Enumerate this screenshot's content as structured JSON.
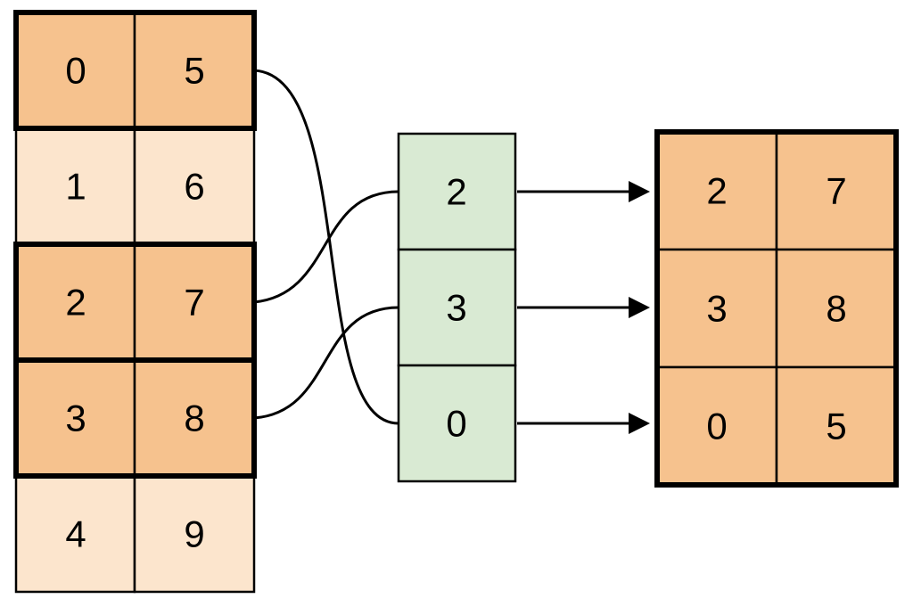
{
  "source_table": {
    "rows": [
      {
        "left": "0",
        "right": "5",
        "highlighted": true
      },
      {
        "left": "1",
        "right": "6",
        "highlighted": false
      },
      {
        "left": "2",
        "right": "7",
        "highlighted": true
      },
      {
        "left": "3",
        "right": "8",
        "highlighted": true
      },
      {
        "left": "4",
        "right": "9",
        "highlighted": false
      }
    ]
  },
  "index_column": {
    "values": [
      "2",
      "3",
      "0"
    ]
  },
  "result_table": {
    "rows": [
      {
        "left": "2",
        "right": "7"
      },
      {
        "left": "3",
        "right": "8"
      },
      {
        "left": "0",
        "right": "5"
      }
    ]
  },
  "colors": {
    "highlight_fill": "#F6C28E",
    "muted_fill": "#FCE5CD",
    "index_fill": "#D9EAD3",
    "line_color": "#000000"
  }
}
